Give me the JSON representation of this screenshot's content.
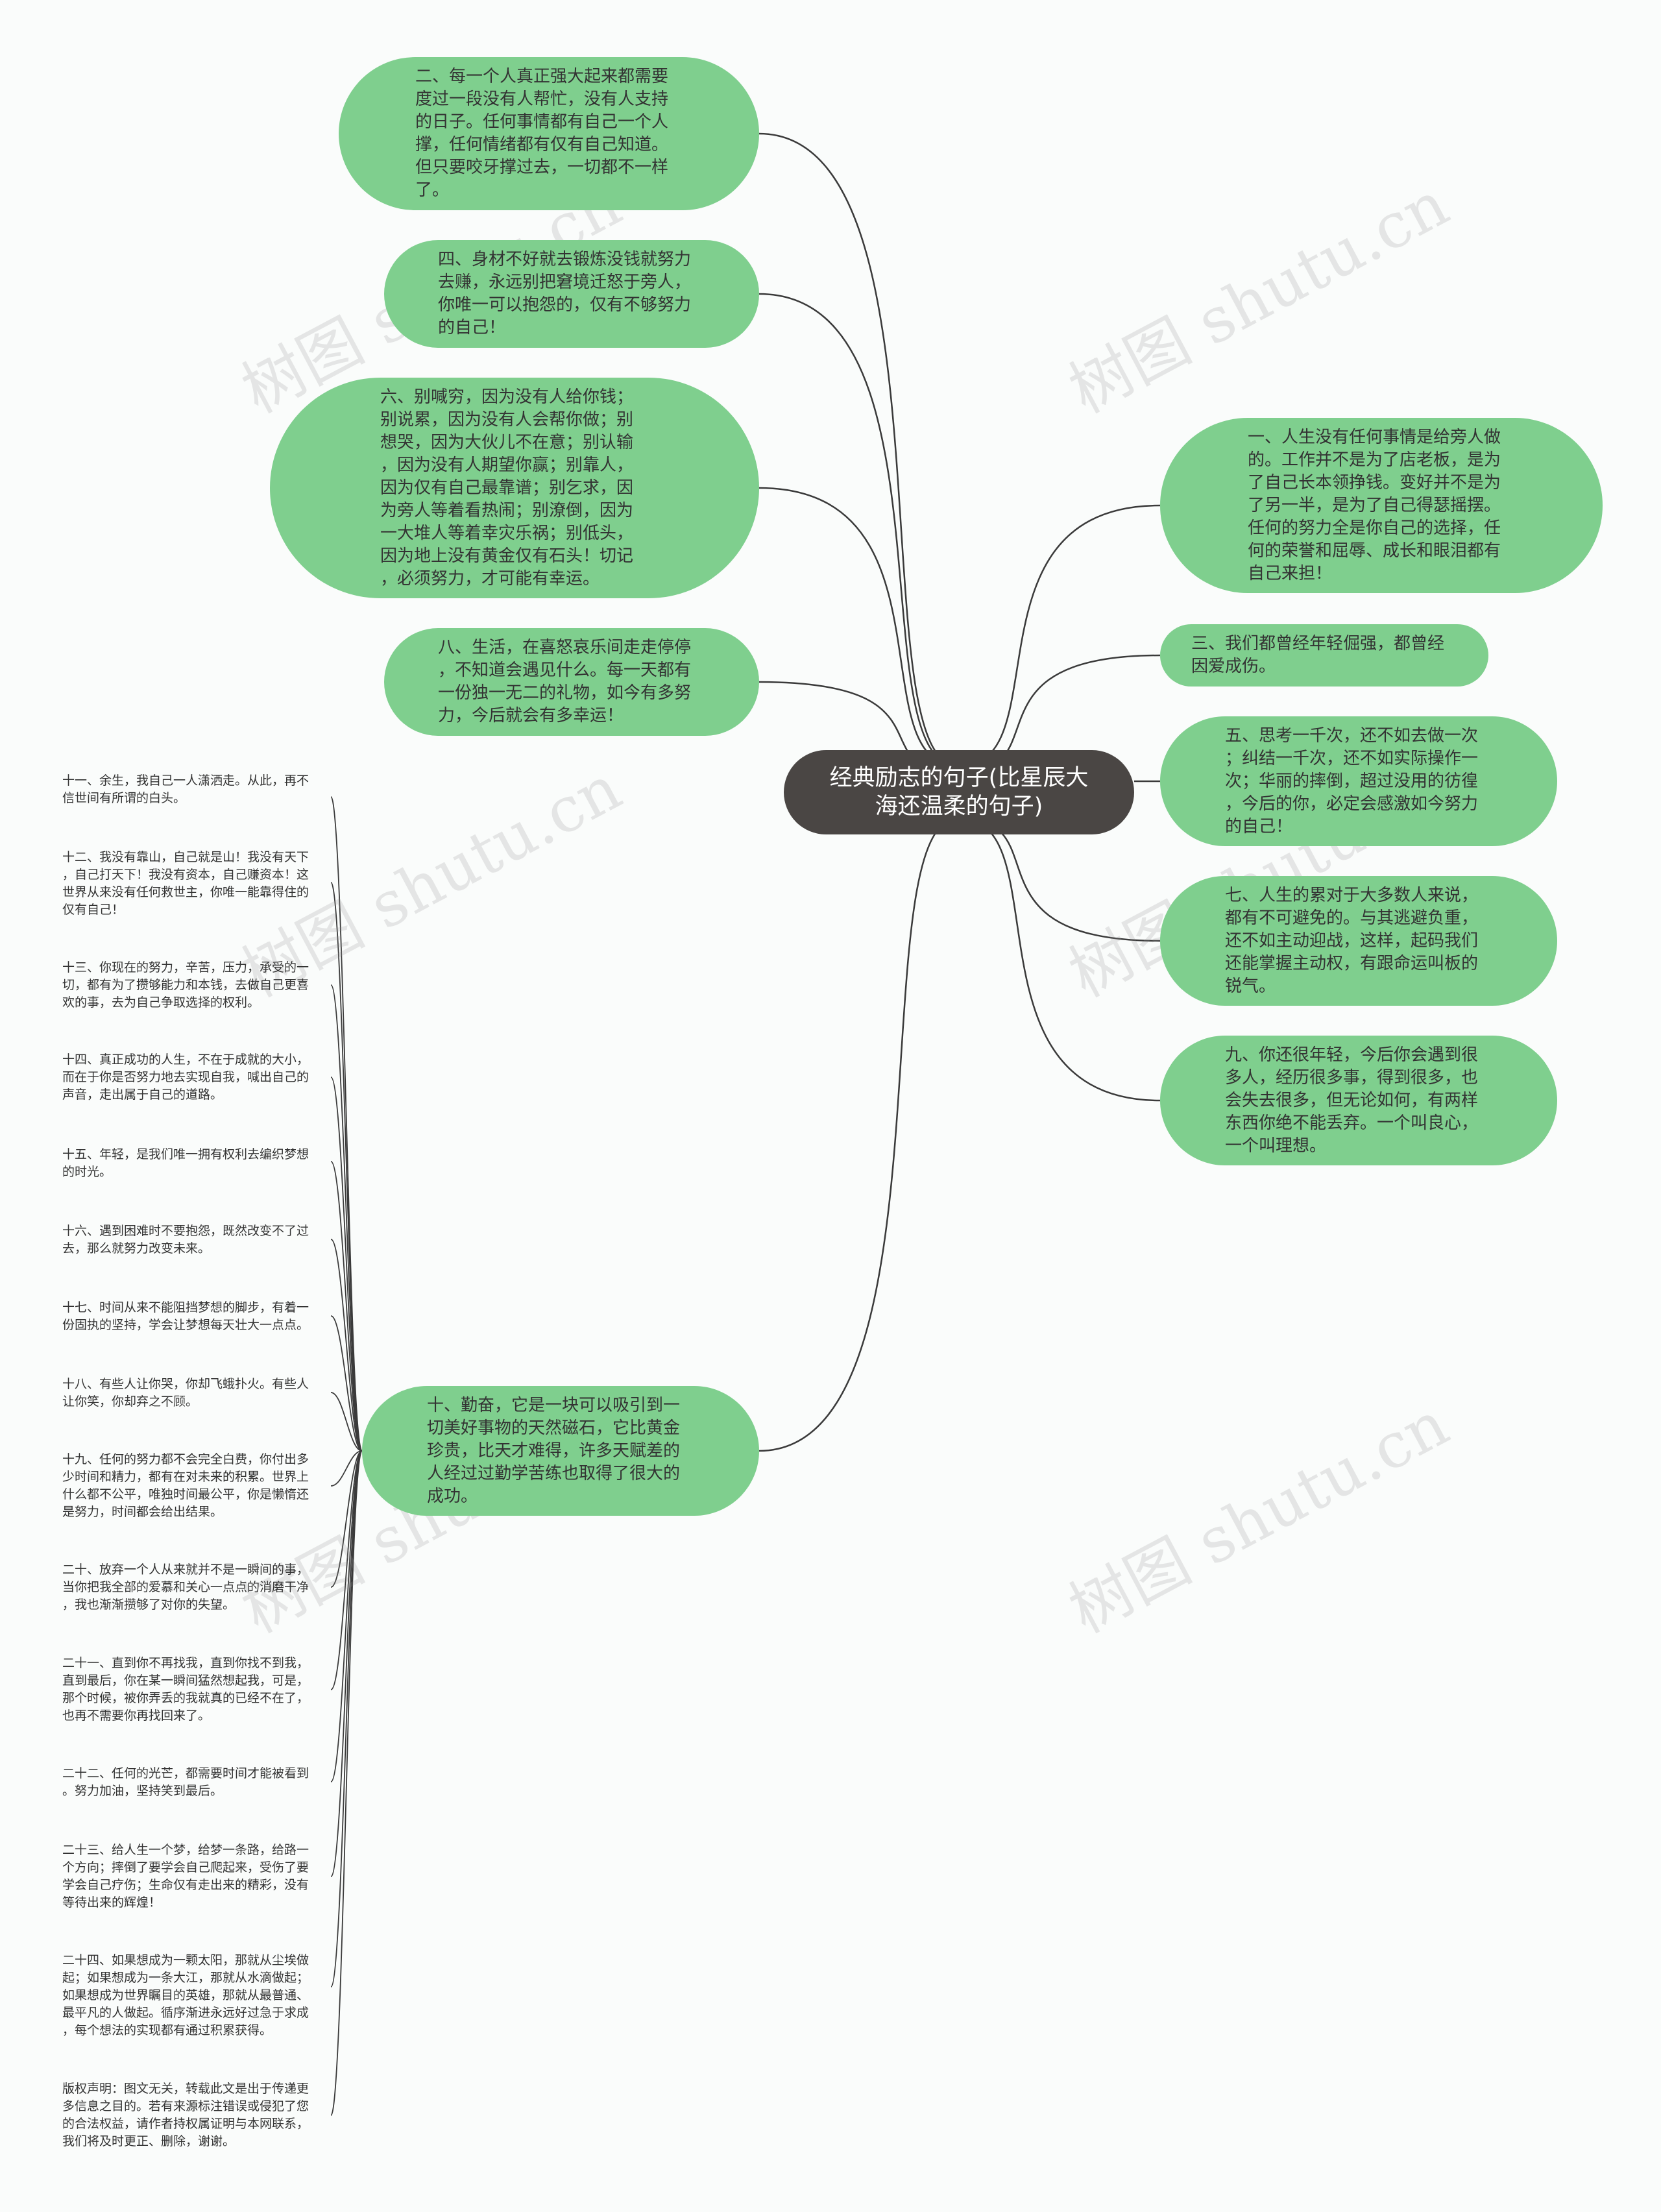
{
  "center": {
    "title": "经典励志的句子(比星辰大\n海还温柔的句子)"
  },
  "left_nodes": [
    {
      "text": "二、每一个人真正强大起来都需要\n度过一段没有人帮忙，没有人支持\n的日子。任何事情都有自己一个人\n撑，任何情绪都有仅有自己知道。\n但只要咬牙撑过去，一切都不一样\n了。"
    },
    {
      "text": "四、身材不好就去锻炼没钱就努力\n去赚，永远别把窘境迁怒于旁人，\n你唯一可以抱怨的，仅有不够努力\n的自己！"
    },
    {
      "text": "六、别喊穷，因为没有人给你钱；\n别说累，因为没有人会帮你做；别\n想哭，因为大伙儿不在意；别认输\n，因为没有人期望你赢；别靠人，\n因为仅有自己最靠谱；别乞求，因\n为旁人等着看热闹；别潦倒，因为\n一大堆人等着幸灾乐祸；别低头，\n因为地上没有黄金仅有石头！切记\n，必须努力，才可能有幸运。"
    },
    {
      "text": "八、生活，在喜怒哀乐间走走停停\n，不知道会遇见什么。每一天都有\n一份独一无二的礼物，如今有多努\n力，今后就会有多幸运！"
    },
    {
      "text": "十、勤奋，它是一块可以吸引到一\n切美好事物的天然磁石，它比黄金\n珍贵，比天才难得，许多天赋差的\n人经过过勤学苦练也取得了很大的\n成功。"
    }
  ],
  "right_nodes": [
    {
      "text": "一、人生没有任何事情是给旁人做\n的。工作并不是为了店老板，是为\n了自己长本领挣钱。变好并不是为\n了另一半，是为了自己得瑟摇摆。\n任何的努力全是你自己的选择，任\n何的荣誉和屈辱、成长和眼泪都有\n自己来担！"
    },
    {
      "text": "三、我们都曾经年轻倔强，都曾经\n因爱成伤。"
    },
    {
      "text": "五、思考一千次，还不如去做一次\n；纠结一千次，还不如实际操作一\n次；华丽的摔倒，超过没用的彷徨\n，今后的你，必定会感激如今努力\n的自己！"
    },
    {
      "text": "七、人生的累对于大多数人来说，\n都有不可避免的。与其逃避负重，\n还不如主动迎战，这样，起码我们\n还能掌握主动权，有跟命运叫板的\n锐气。"
    },
    {
      "text": "九、你还很年轻，今后你会遇到很\n多人，经历很多事，得到很多，也\n会失去很多，但无论如何，有两样\n东西你绝不能丢弃。一个叫良心，\n一个叫理想。"
    }
  ],
  "leaves": [
    {
      "text": "十一、余生，我自己一人潇洒走。从此，再不\n信世间有所谓的白头。"
    },
    {
      "text": "十二、我没有靠山，自己就是山！我没有天下\n，自己打天下！我没有资本，自己赚资本！这\n世界从来没有任何救世主，你唯一能靠得住的\n仅有自己！"
    },
    {
      "text": "十三、你现在的努力，辛苦，压力，承受的一\n切，都有为了攒够能力和本钱，去做自己更喜\n欢的事，去为自己争取选择的权利。"
    },
    {
      "text": "十四、真正成功的人生，不在于成就的大小，\n而在于你是否努力地去实现自我，喊出自己的\n声音，走出属于自己的道路。"
    },
    {
      "text": "十五、年轻，是我们唯一拥有权利去编织梦想\n的时光。"
    },
    {
      "text": "十六、遇到困难时不要抱怨，既然改变不了过\n去，那么就努力改变未来。"
    },
    {
      "text": "十七、时间从来不能阻挡梦想的脚步，有着一\n份固执的坚持，学会让梦想每天壮大一点点。"
    },
    {
      "text": "十八、有些人让你哭，你却飞蛾扑火。有些人\n让你笑，你却弃之不顾。"
    },
    {
      "text": "十九、任何的努力都不会完全白费，你付出多\n少时间和精力，都有在对未来的积累。世界上\n什么都不公平，唯独时间最公平，你是懒惰还\n是努力，时间都会给出结果。"
    },
    {
      "text": "二十、放弃一个人从来就并不是一瞬间的事，\n当你把我全部的爱慕和关心一点点的消磨干净\n，我也渐渐攒够了对你的失望。"
    },
    {
      "text": "二十一、直到你不再找我，直到你找不到我，\n直到最后，你在某一瞬间猛然想起我，可是，\n那个时候，被你弄丢的我就真的已经不在了，\n也再不需要你再找回来了。"
    },
    {
      "text": "二十二、任何的光芒，都需要时间才能被看到\n。努力加油，坚持笑到最后。"
    },
    {
      "text": "二十三、给人生一个梦，给梦一条路，给路一\n个方向；摔倒了要学会自己爬起来，受伤了要\n学会自己疗伤；生命仅有走出来的精彩，没有\n等待出来的辉煌！"
    },
    {
      "text": "二十四、如果想成为一颗太阳，那就从尘埃做\n起；如果想成为一条大江，那就从水滴做起；\n如果想成为世界瞩目的英雄，那就从最普通、\n最平凡的人做起。循序渐进永远好过急于求成\n，每个想法的实现都有通过积累获得。"
    },
    {
      "text": "版权声明：图文无关，转载此文是出于传递更\n多信息之目的。若有来源标注错误或侵犯了您\n的合法权益，请作者持权属证明与本网联系，\n我们将及时更正、删除，谢谢。"
    }
  ],
  "watermark": {
    "text": "树图 shutu.cn"
  },
  "colors": {
    "node_fill": "#7fcf8e",
    "center_fill": "#4a4644",
    "line": "#3a3a3a",
    "background": "#fafcfb"
  }
}
